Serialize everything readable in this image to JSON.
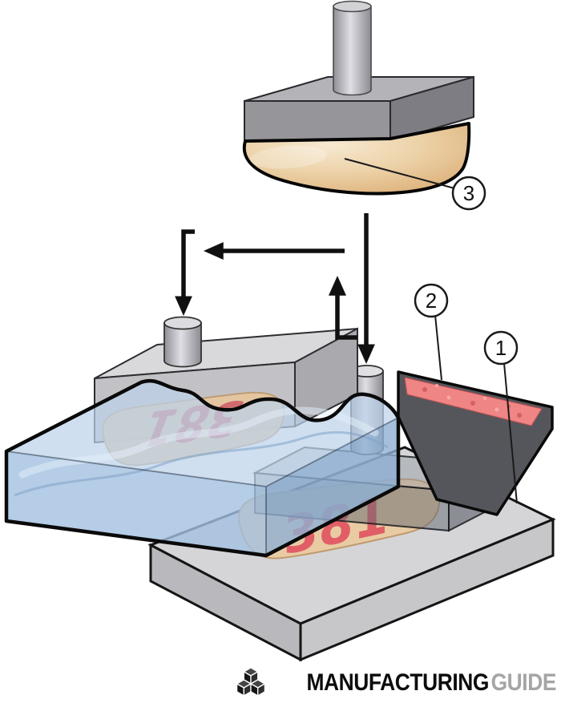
{
  "diagram": {
    "printed_number": "381",
    "callouts": [
      {
        "label": "1"
      },
      {
        "label": "2"
      },
      {
        "label": "3"
      }
    ],
    "colors": {
      "workpiece_blue": "#a3c1e0",
      "pad_tan": "#ecd2a8",
      "ink_red": "#ef8585",
      "metal_gray": "#96969a",
      "plate_gray": "#d5d5d8"
    }
  },
  "logo": {
    "word_bold": "MANUFACTURING",
    "word_light": "GUIDE"
  }
}
